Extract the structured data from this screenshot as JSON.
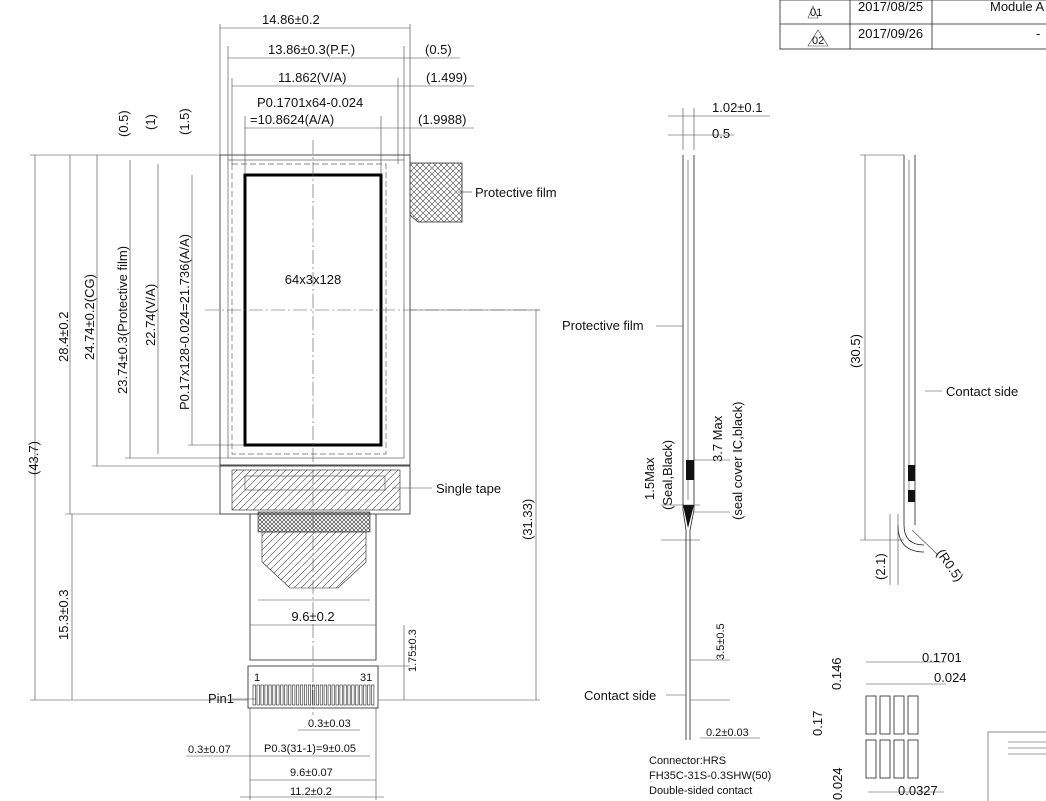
{
  "revisions": [
    {
      "no": "01",
      "date": "2017/08/25",
      "desc": "Module A"
    },
    {
      "no": "02",
      "date": "2017/09/26",
      "desc": "-"
    }
  ],
  "front_view": {
    "top_dims": [
      "14.86±0.2",
      "13.86±0.3(P.F.)",
      "(0.5)",
      "11.862(V/A)",
      "(1.499)",
      "P0.1701x64-0.024",
      "=10.8624(A/A)",
      "(1.9988)"
    ],
    "left_dims": [
      "(0.5)",
      "(1)",
      "(1.5)",
      "(43.7)",
      "28.4±0.2",
      "24.74±0.2(CG)",
      "23.74±0.3(Protective film)",
      "22.74(V/A)",
      "P0.17x128-0.024=21.736(A/A)",
      "15.3±0.3"
    ],
    "right_dims": [
      "(31.33)",
      "1.75±0.3"
    ],
    "resolution": "64x3x128",
    "protective_film": "Protective film",
    "single_tape": "Single tape",
    "fpc_width": "9.6±0.2",
    "pin1": "Pin1",
    "pin_first": "1",
    "pin_last": "31",
    "pitch": "0.3±0.03",
    "edge_dim": "0.3±0.07",
    "pin_span": "P0.3(31-1)=9±0.05",
    "width_a": "9.6±0.07",
    "width_b": "11.2±0.2"
  },
  "side_view": {
    "thickness": "1.02±0.1",
    "film": "0.5",
    "protective_film": "Protective film",
    "seal": "1.5Max",
    "seal_note": "(Seal,Black)",
    "ic_cover": "3.7 Max",
    "ic_cover_note": "(seal cover IC,black)",
    "stiffener": "3.5±0.5",
    "contact_side": "Contact side",
    "fpc_thk": "0.2±0.03",
    "connector": [
      "Connector:HRS",
      "FH35C-31S-0.3SHW(50)",
      "Double-sided contact"
    ]
  },
  "bent_view": {
    "height": "(30.5)",
    "contact_side": "Contact side",
    "bend_offset": "(2.1)",
    "bend_radius": "(R0.5)"
  },
  "pixel_detail": {
    "h1": "0.146",
    "w1": "0.1701",
    "w2": "0.024",
    "h2": "0.17",
    "h3": "0.024",
    "w3": "0.0327"
  }
}
